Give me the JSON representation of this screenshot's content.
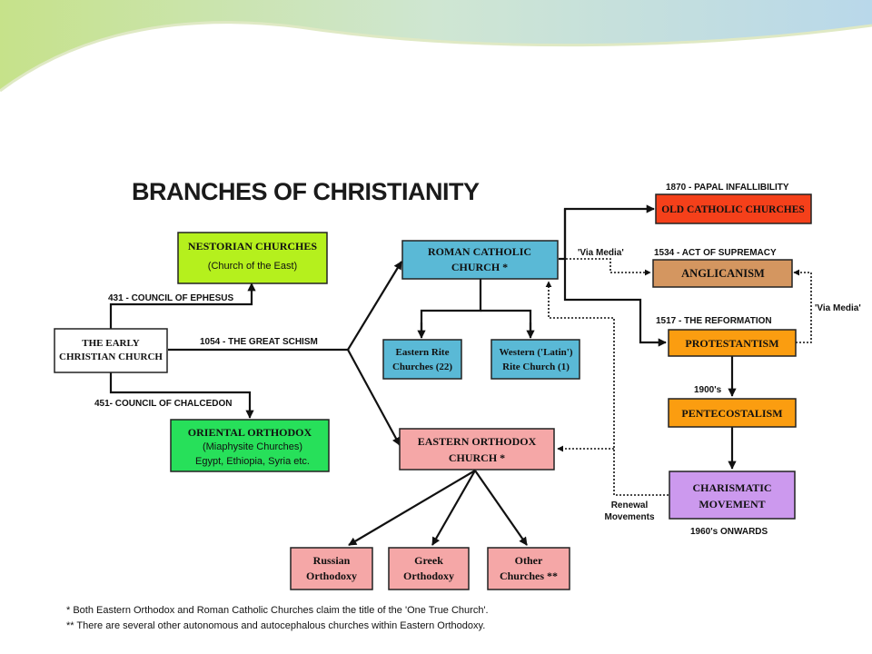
{
  "title": "BRANCHES OF CHRISTIANITY",
  "colors": {
    "early": "#ffffff",
    "nestorian": "#b5f01d",
    "oriental": "#27e05a",
    "roman": "#5ab9d6",
    "rite": "#5ab9d6",
    "eastern": "#f5a7a7",
    "old_catholic": "#f5401a",
    "anglicanism": "#d49660",
    "protestantism": "#fb9d10",
    "pentecostalism": "#fb9d10",
    "charismatic": "#cc99ee"
  },
  "nodes": {
    "early": {
      "line1": "THE EARLY",
      "line2": "CHRISTIAN CHURCH"
    },
    "nestorian": {
      "line1": "NESTORIAN CHURCHES",
      "line2": "(Church of the East)"
    },
    "oriental": {
      "line1": "ORIENTAL ORTHODOX",
      "line2": "(Miaphysite Churches)",
      "line3": "Egypt, Ethiopia, Syria etc."
    },
    "roman": {
      "line1": "ROMAN CATHOLIC",
      "line2": "CHURCH *"
    },
    "eastern_rite": {
      "line1": "Eastern Rite",
      "line2": "Churches (22)"
    },
    "western_rite": {
      "line1": "Western ('Latin')",
      "line2": "Rite Church (1)"
    },
    "eastern_orthodox": {
      "line1": "EASTERN ORTHODOX",
      "line2": "CHURCH *"
    },
    "russian": {
      "line1": "Russian",
      "line2": "Orthodoxy"
    },
    "greek": {
      "line1": "Greek",
      "line2": "Orthodoxy"
    },
    "other": {
      "line1": "Other",
      "line2": "Churches **"
    },
    "old_catholic": {
      "line1": "OLD CATHOLIC CHURCHES"
    },
    "anglicanism": {
      "line1": "ANGLICANISM"
    },
    "protestantism": {
      "line1": "PROTESTANTISM"
    },
    "pentecostalism": {
      "line1": "PENTECOSTALISM"
    },
    "charismatic": {
      "line1": "CHARISMATIC",
      "line2": "MOVEMENT"
    }
  },
  "labels": {
    "ephesus": "431 - COUNCIL OF EPHESUS",
    "chalcedon": "451- COUNCIL OF CHALCEDON",
    "schism": "1054 - THE GREAT SCHISM",
    "infallibility": "1870 - PAPAL INFALLIBILITY",
    "supremacy": "1534 - ACT OF SUPREMACY",
    "reformation": "1517 - THE REFORMATION",
    "via_media_left": "'Via Media'",
    "via_media_right": "'Via Media'",
    "nineteen_hundreds": "1900's",
    "sixties": "1960's ONWARDS",
    "renewal_1": "Renewal",
    "renewal_2": "Movements"
  },
  "footnotes": {
    "one": "* Both Eastern Orthodox and Roman Catholic Churches claim the title of the 'One True Church'.",
    "two": "** There are several other autonomous and autocephalous churches within Eastern Orthodoxy."
  }
}
